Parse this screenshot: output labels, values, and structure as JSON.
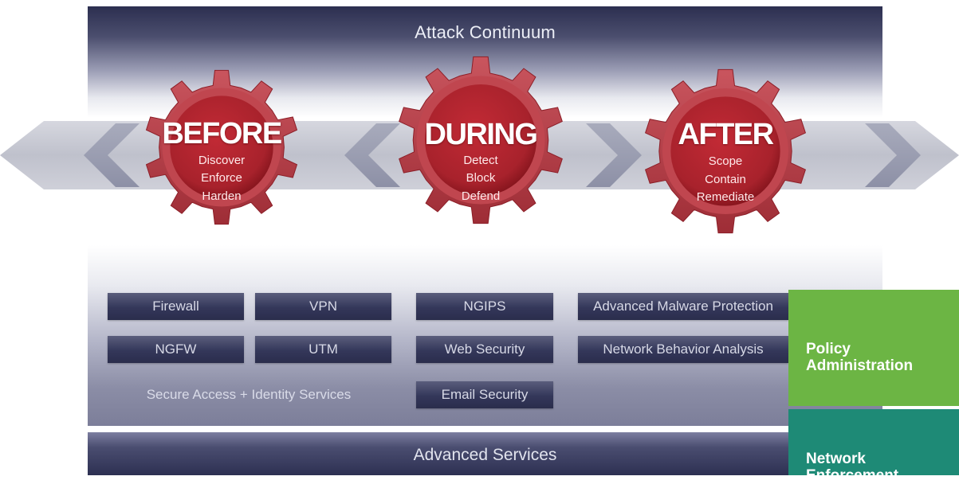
{
  "diagram": {
    "title": "Attack Continuum",
    "phases": [
      {
        "name": "BEFORE",
        "items": [
          "Discover",
          "Enforce",
          "Harden"
        ]
      },
      {
        "name": "DURING",
        "items": [
          "Detect",
          "Block",
          "Defend"
        ]
      },
      {
        "name": "AFTER",
        "items": [
          "Scope",
          "Contain",
          "Remediate"
        ]
      }
    ],
    "solutions": {
      "firewall": "Firewall",
      "vpn": "VPN",
      "ngips": "NGIPS",
      "amp": "Advanced Malware Protection",
      "ngfw": "NGFW",
      "utm": "UTM",
      "web_security": "Web Security",
      "nba": "Network Behavior Analysis",
      "secure_access": "Secure Access + Identity Services",
      "email_security": "Email Security"
    },
    "services": "Advanced Services",
    "side_boxes": {
      "policy": "Policy\nAdministration",
      "network": "Network\nEnforcement"
    },
    "colors": {
      "gear_red": "#a8222c",
      "gear_pink": "#c0464f",
      "policy_green": "#6cb544",
      "network_teal": "#1e8a76",
      "chip_navy": "#34375a"
    }
  }
}
